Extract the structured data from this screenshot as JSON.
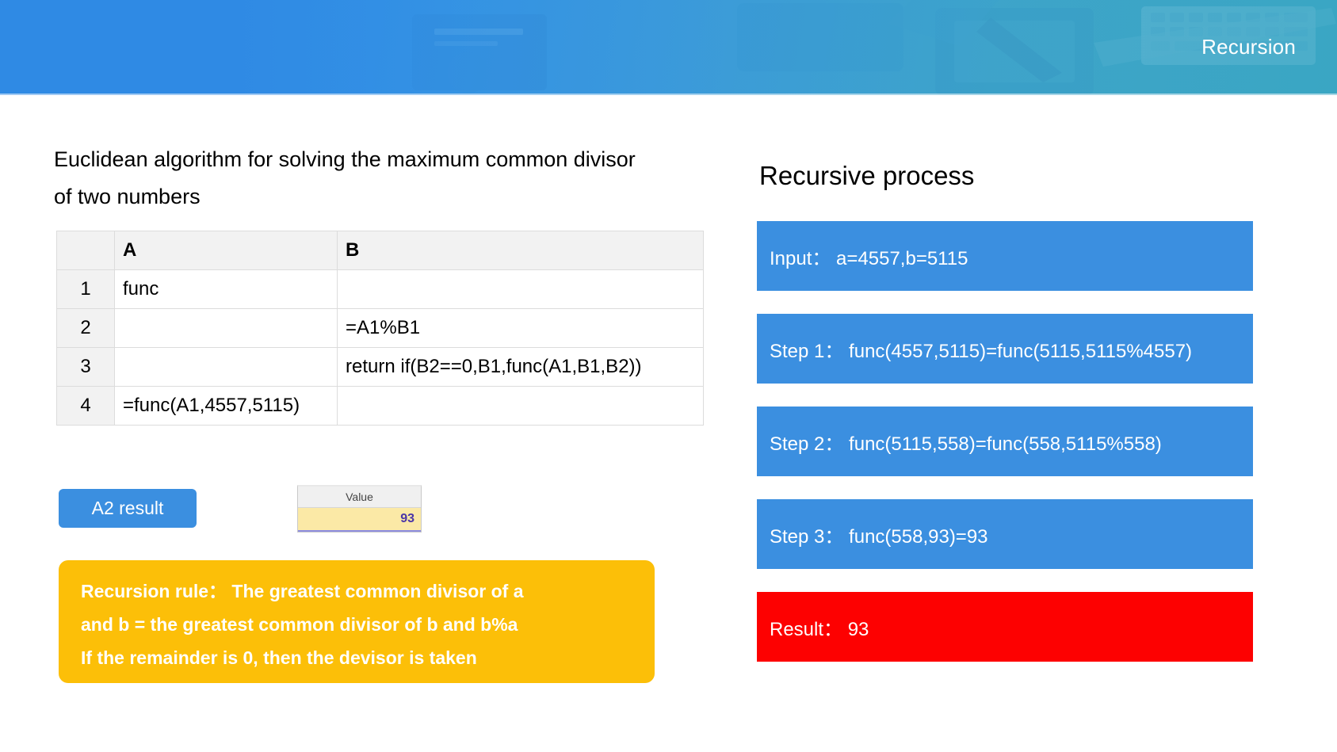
{
  "banner": {
    "title": "Recursion",
    "gradient_from": "#2f8ae4",
    "gradient_to": "#3aa6c2"
  },
  "left": {
    "lead_text": "Euclidean algorithm for solving the maximum common divisor of two numbers",
    "sheet": {
      "corner_label": "",
      "columns": [
        "A",
        "B"
      ],
      "rows": [
        {
          "num": "1",
          "a": "func",
          "b": ""
        },
        {
          "num": "2",
          "a": "",
          "b": "=A1%B1"
        },
        {
          "num": "3",
          "a": "",
          "b": "return if(B2==0,B1,func(A1,B1,B2))"
        },
        {
          "num": "4",
          "a": "=func(A1,4557,5115)",
          "b": ""
        }
      ]
    },
    "a2_button_label": "A2 result",
    "value_box": {
      "header": "Value",
      "value": "93",
      "value_color": "#4a35a8",
      "cell_background": "#fbe9a6"
    },
    "rule_box": {
      "background": "#fcbf08",
      "line1": "Recursion rule：  The greatest common divisor of a",
      "line2": "and b = the greatest common divisor of b and b%a",
      "line3": "If the remainder is 0, then the devisor is taken"
    }
  },
  "right": {
    "title": "Recursive process",
    "step_color": "#3b8fe0",
    "result_color": "#fd0101",
    "steps": [
      {
        "label": "Input：  a=4557,b=5115",
        "kind": "step"
      },
      {
        "label": "Step 1：  func(4557,5115)=func(5115,5115%4557)",
        "kind": "step"
      },
      {
        "label": "Step 2：  func(5115,558)=func(558,5115%558)",
        "kind": "step"
      },
      {
        "label": "Step 3：  func(558,93)=93",
        "kind": "step"
      },
      {
        "label": "Result：  93",
        "kind": "result"
      }
    ]
  }
}
